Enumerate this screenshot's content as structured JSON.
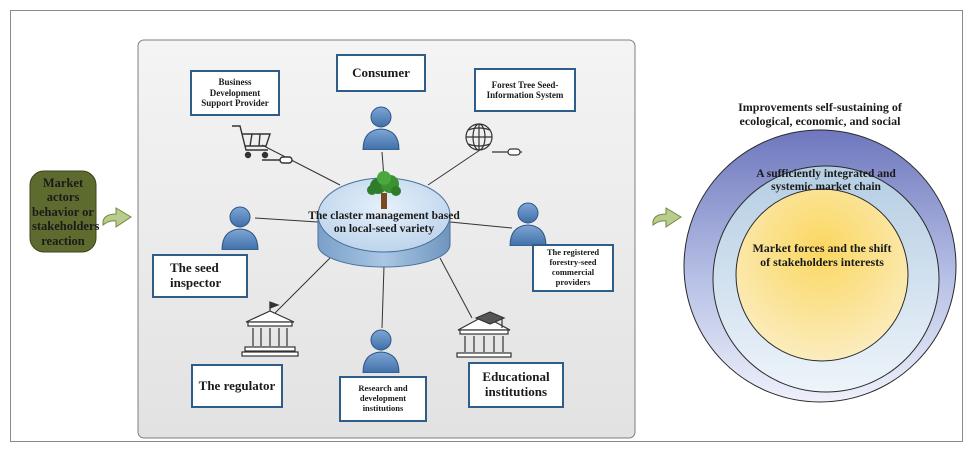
{
  "input_node": {
    "label": "Market actors behavior or stakeholders reaction"
  },
  "center": {
    "label": "The claster management based on local-seed variety"
  },
  "actors": {
    "consumer": "Consumer",
    "business": "Business Development Support Provider",
    "forest_info": "Forest Tree Seed-Information System",
    "seed_inspector": "The seed inspector",
    "registered_providers": "The registered forestry-seed commercial providers",
    "regulator": "The regulator",
    "research": "Research and development institutions",
    "educational": "Educational institutions"
  },
  "outcomes": {
    "outer": "Improvements self-sustaining of ecological, economic, and social",
    "middle": "A sufficiently integrated and systemic market chain",
    "inner": "Market forces and the shift of stakeholders interests"
  },
  "icons": {
    "actor": "person-icon",
    "cart": "shopping-cart-icon",
    "globe": "globe-icon",
    "building": "government-building-icon",
    "school": "school-building-icon",
    "tree": "tree-icon",
    "arrow": "right-arrow-icon"
  },
  "colors": {
    "frame_border": "#2e5d8a",
    "person": "#5b87bf",
    "cylinder": "#9bbde0",
    "input_node": "#5e6b2f",
    "arrow": "#b6c98a",
    "outer_circle": "#7f88c4",
    "middle_circle": "#c8dbea",
    "inner_circle": "#f7c94c"
  }
}
